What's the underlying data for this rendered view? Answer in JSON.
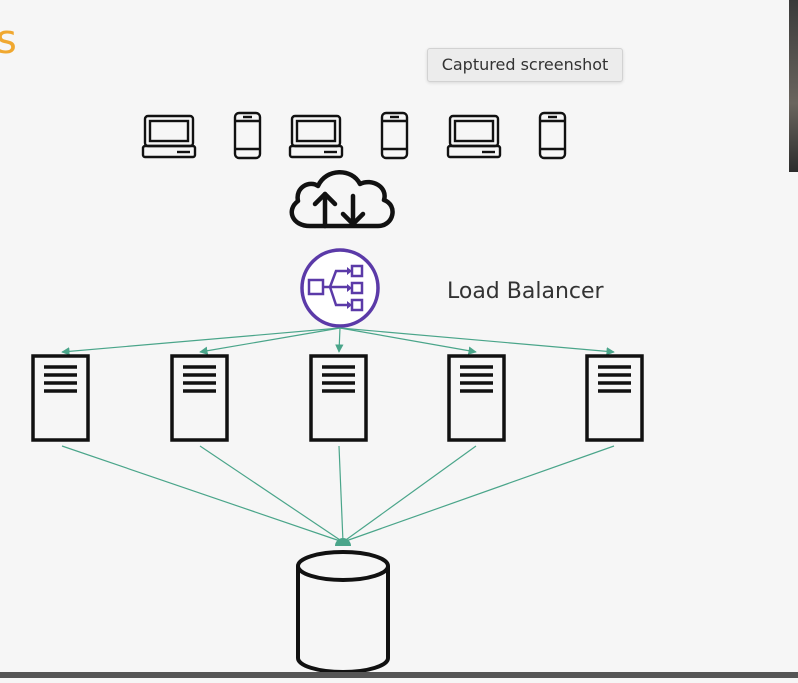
{
  "slide_fragment": "s",
  "tooltip": {
    "text": "Captured screenshot"
  },
  "diagram": {
    "clients": [
      "laptop",
      "phone",
      "laptop",
      "phone",
      "laptop",
      "phone"
    ],
    "cloud_icon": "cloud-upload-download-icon",
    "load_balancer": {
      "label": "Load Balancer",
      "icon": "load-balancer-icon"
    },
    "servers": 5,
    "database_icon": "database-cylinder-icon"
  },
  "colors": {
    "accent_orange": "#f0a830",
    "load_balancer_purple": "#5b3aa8",
    "connector_green": "#4aa58a",
    "icon_stroke": "#111111"
  }
}
